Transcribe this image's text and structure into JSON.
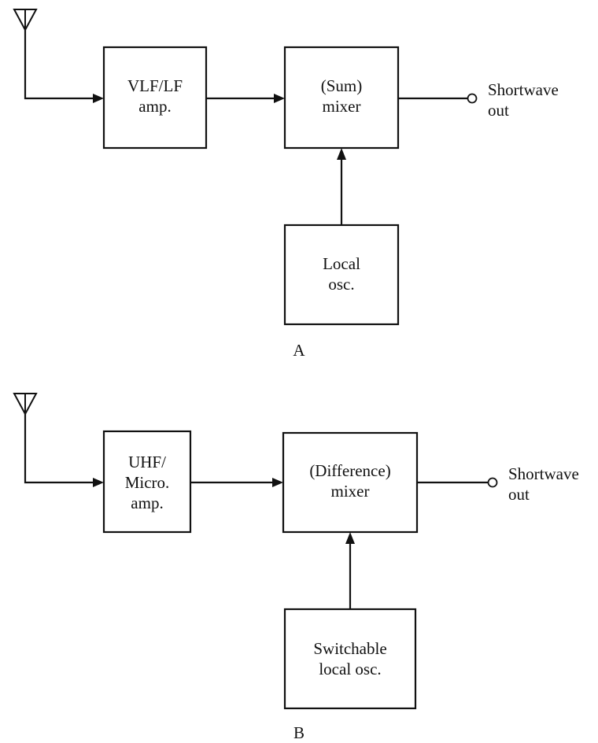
{
  "diagrams": [
    {
      "caption": "A",
      "blocks": {
        "amp": [
          "VLF/LF",
          "amp."
        ],
        "mixer": [
          "(Sum)",
          "mixer"
        ],
        "osc": [
          "Local",
          "osc."
        ]
      },
      "output": [
        "Shortwave",
        "out"
      ]
    },
    {
      "caption": "B",
      "blocks": {
        "amp": [
          "UHF/",
          "Micro.",
          "amp."
        ],
        "mixer": [
          "(Difference)",
          "mixer"
        ],
        "osc": [
          "Switchable",
          "local osc."
        ]
      },
      "output": [
        "Shortwave",
        "out"
      ]
    }
  ]
}
